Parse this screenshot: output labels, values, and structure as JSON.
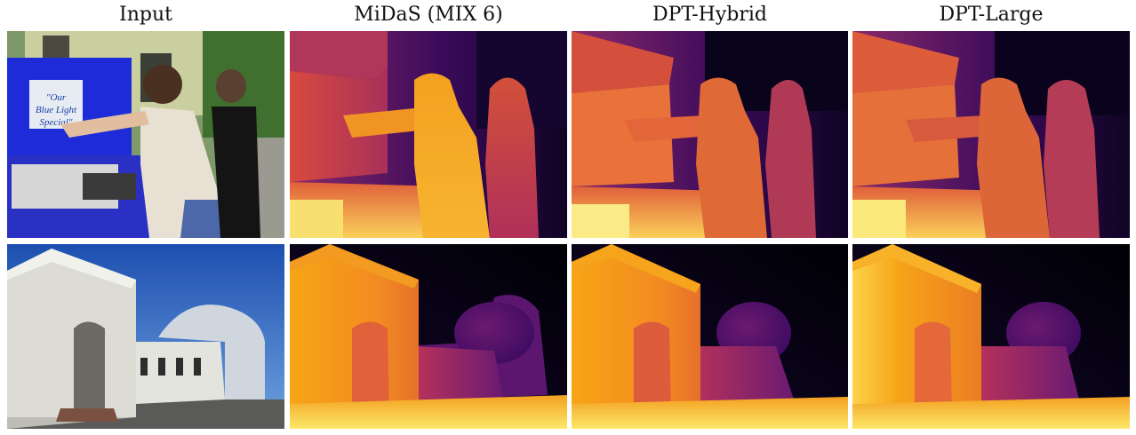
{
  "columns": [
    {
      "id": "input",
      "label": "Input"
    },
    {
      "id": "midas",
      "label": "MiDaS (MIX 6)"
    },
    {
      "id": "dpt_hybrid",
      "label": "DPT-Hybrid"
    },
    {
      "id": "dpt_large",
      "label": "DPT-Large"
    }
  ],
  "rows": [
    {
      "id": "women-scene",
      "input_image": "photo-two-women-blue-decoration",
      "sign_text": "Our Blue Light Special",
      "depth_maps": [
        "depth-map-midas-row1",
        "depth-map-dpt-hybrid-row1",
        "depth-map-dpt-large-row1"
      ]
    },
    {
      "id": "observatory-scene",
      "input_image": "photo-observatory-building-dome",
      "depth_maps": [
        "depth-map-midas-row2",
        "depth-map-dpt-hybrid-row2",
        "depth-map-dpt-large-row2"
      ]
    }
  ],
  "colormap": {
    "name": "inferno",
    "near": "#fcffa4",
    "mid_near": "#fca50a",
    "mid": "#dd513a",
    "mid_far": "#932667",
    "far": "#420a68",
    "farthest": "#000004"
  }
}
